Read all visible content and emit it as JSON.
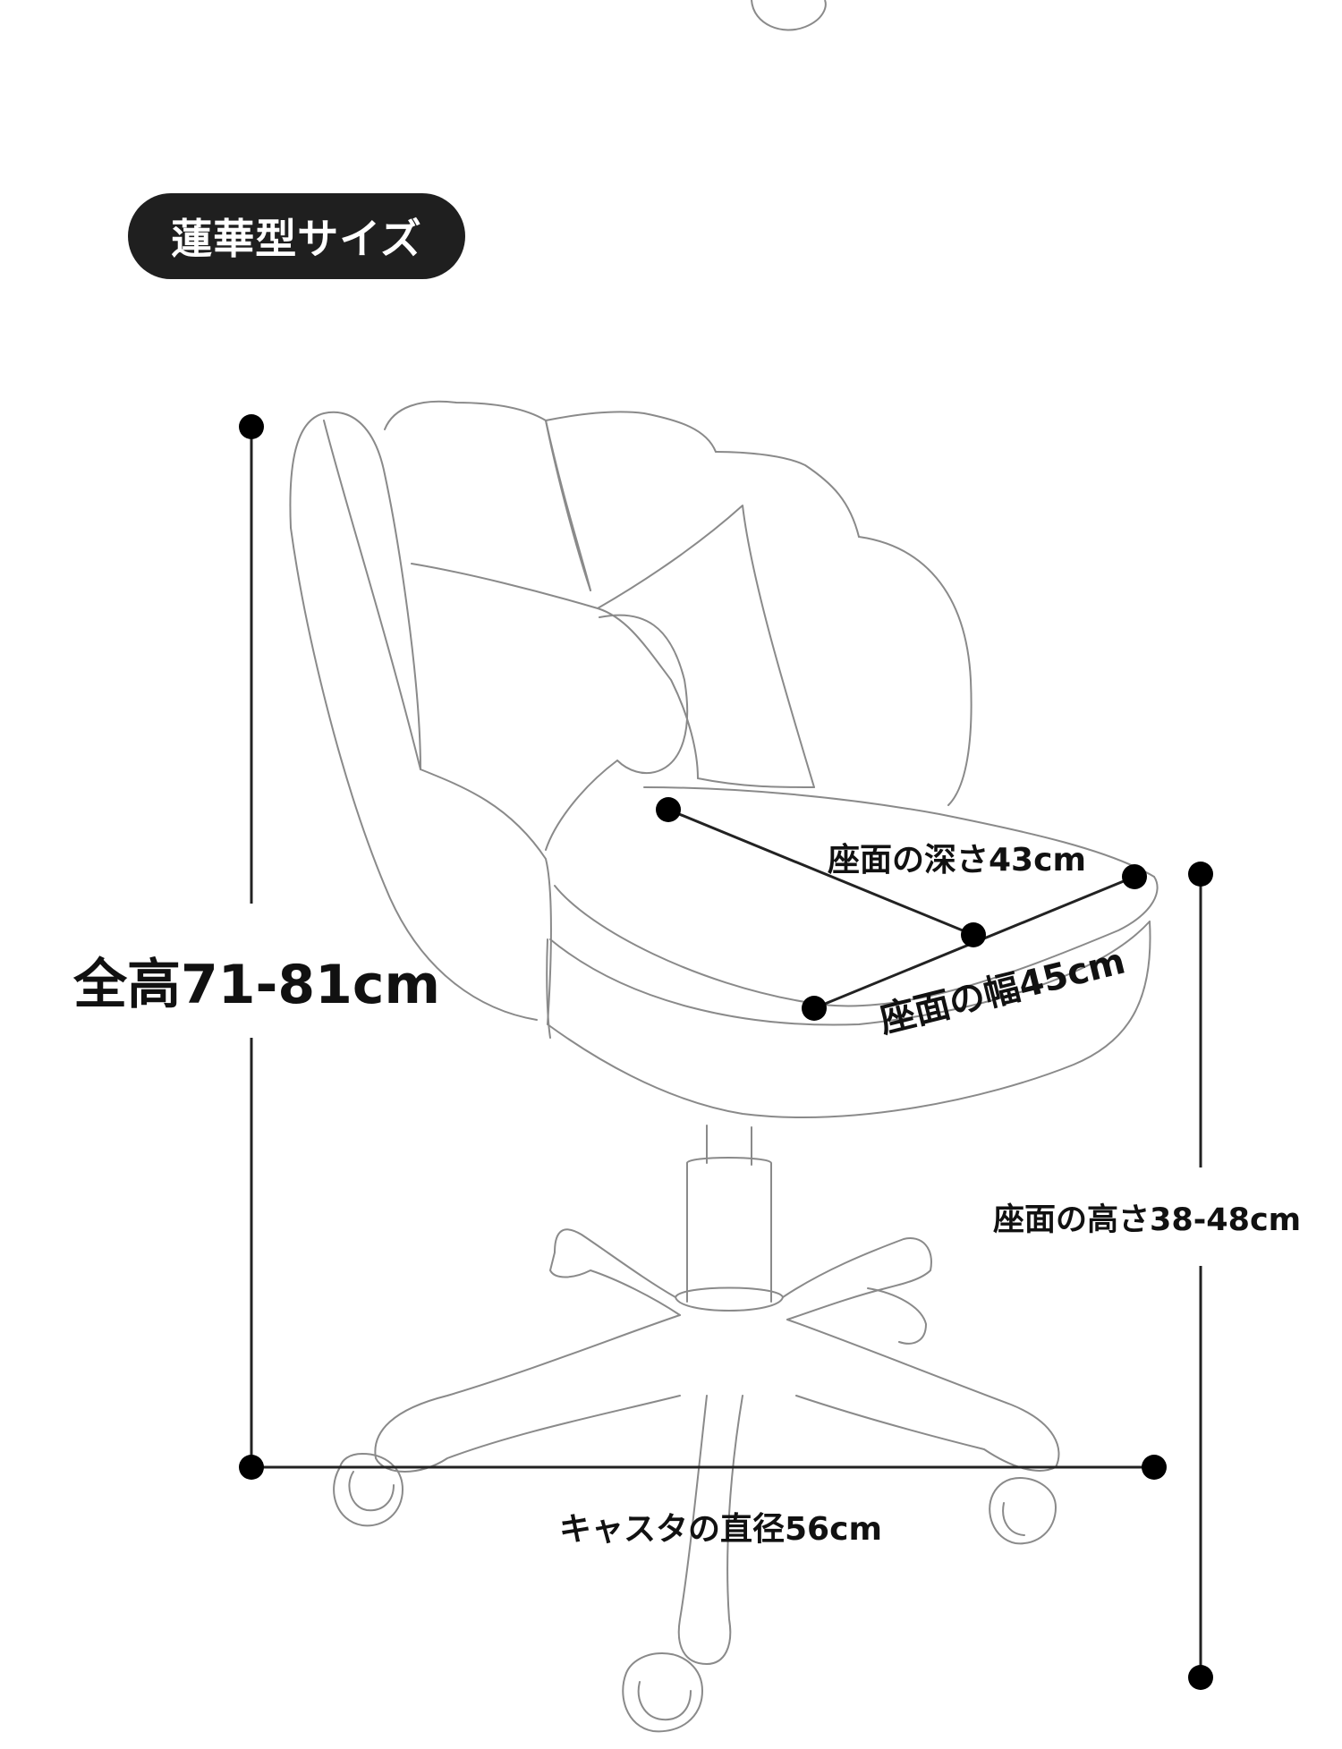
{
  "title": "蓮華型サイズ",
  "dimensions": {
    "total_height": "全高71-81cm",
    "seat_depth": "座面の深さ43cm",
    "seat_width": "座面の幅45cm",
    "seat_height": "座面の高さ38-48cm",
    "caster_diameter": "キャスタの直径56cm"
  },
  "colors": {
    "badge": "#1f1f1f",
    "line": "#222222",
    "dot": "#000000",
    "sketch": "#8a8a8a"
  }
}
